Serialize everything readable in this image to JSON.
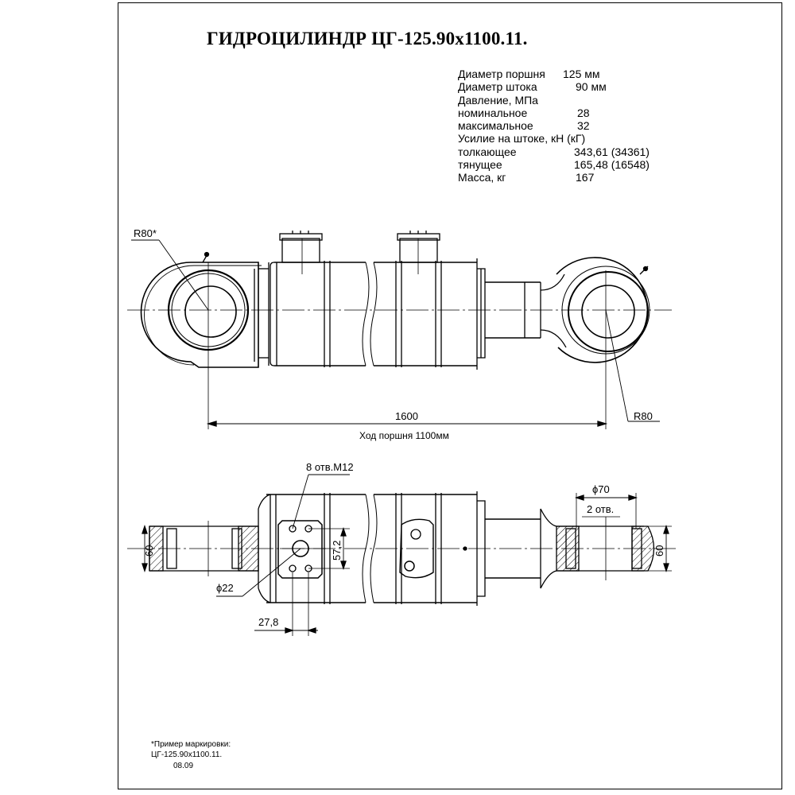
{
  "title": "ГИДРОЦИЛИНДР ЦГ-125.90х1100.11.",
  "specs": [
    {
      "label": "Диаметр поршня",
      "value": "125 мм"
    },
    {
      "label": "Диаметр штока",
      "value": "90 мм"
    },
    {
      "label": "Давление, МПа",
      "value": ""
    },
    {
      "label": "номинальное",
      "value": "28"
    },
    {
      "label": "максимальное",
      "value": "32"
    },
    {
      "label": "Усилие на штоке, кН (кГ)",
      "value": ""
    },
    {
      "label": "толкающее",
      "value": "343,61 (34361)"
    },
    {
      "label": "тянущее",
      "value": "165,48 (16548)"
    },
    {
      "label": "Масса, кг",
      "value": "167"
    }
  ],
  "dimensions": {
    "r80_left": "R80*",
    "length": "1600",
    "stroke": "Ход поршня 1100мм",
    "r80_right": "R80",
    "holes_m12": "8 отв.М12",
    "port_diameter": "ϕ22",
    "port_spacing": "57,2",
    "port_offset": "27,8",
    "eye_width_left": "60",
    "eye_width_right": "60",
    "pin_diameter": "ϕ70",
    "pin_holes": "2 отв."
  },
  "marking": {
    "label": "*Пример маркировки:",
    "code": "ЦГ-125.90х1100.11.",
    "date": "08.09"
  }
}
